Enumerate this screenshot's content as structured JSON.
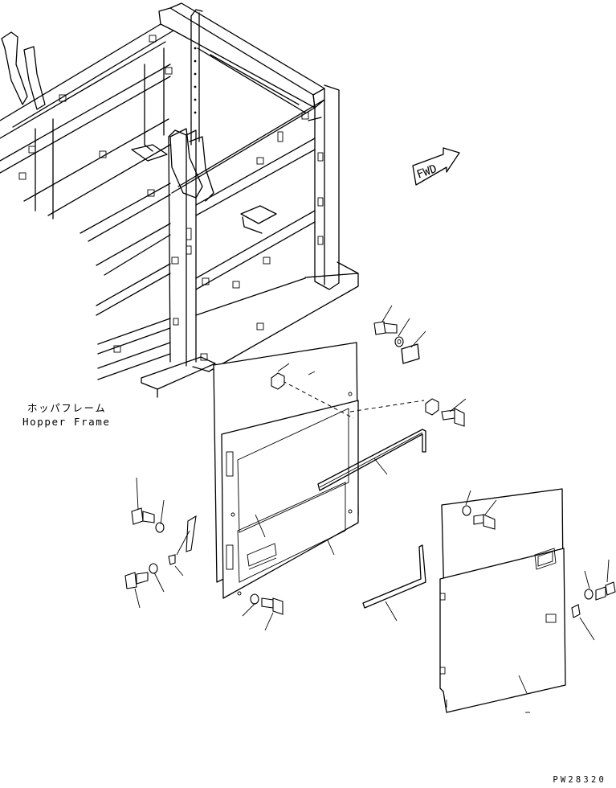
{
  "labels": {
    "hopper_frame_jp": "ホッパフレーム",
    "hopper_frame_en": "Hopper Frame",
    "fwd_arrow": "FWD",
    "drawing_number": "PW28320"
  }
}
